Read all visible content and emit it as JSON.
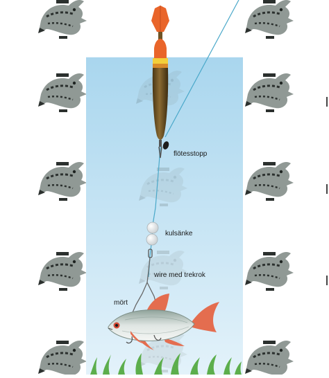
{
  "labels": {
    "float_stop": "flötesstopp",
    "sinker": "kulsänke",
    "wire": "wire med trekrok",
    "bait_fish": "mört"
  },
  "colors": {
    "water_top": "#a9d6ee",
    "water_bottom": "#e3f2fa",
    "float_body": "#6e5426",
    "float_tip": "#e9652a",
    "float_band": "#f3cf3a",
    "line": "#4aa8c9",
    "fish_body": "#cfd8d5",
    "fish_fins": "#e46d4f",
    "weed": "#5cae4c",
    "watermark": "#6f7b76"
  },
  "icons": {
    "watermark": "pike-fish-icon",
    "float": "float-icon",
    "sinker": "sinker-bead-icon",
    "bait": "roach-fish-icon"
  }
}
